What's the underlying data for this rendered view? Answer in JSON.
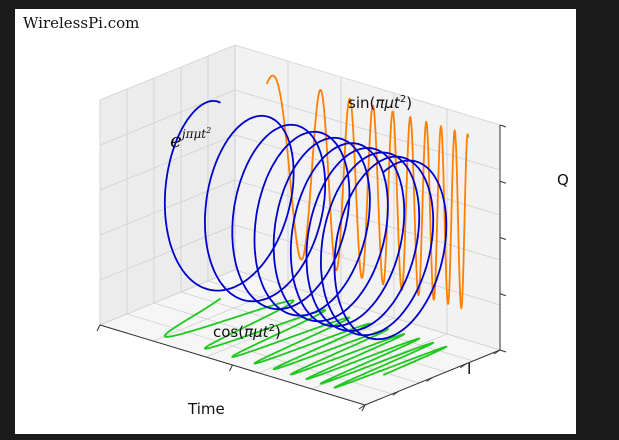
{
  "branding": {
    "watermark": "WirelessPi.com"
  },
  "colors": {
    "frame_background": "#1b1b1b",
    "plot_background": "#ffffff",
    "pane_color": "#f2f2f2",
    "grid_color": "#d0d0d0",
    "axis_color": "#333333"
  },
  "chart_data": {
    "type": "line",
    "projection": "3d",
    "title": "",
    "xlabel": "Time",
    "ylabel": "I",
    "zlabel": "Q",
    "grid": true,
    "legend": "none",
    "x_tick_labels": [],
    "y_tick_labels": [],
    "z_tick_labels": [],
    "series": [
      {
        "name": "exp_chirp",
        "label_base": "e",
        "label_power": "jπμt",
        "label_power_exponent": "2",
        "color": "#0000cc",
        "description": "complex chirp helix e^{jπμt^2}"
      },
      {
        "name": "sin_chirp",
        "label_prefix": "sin(",
        "label_symbols": "πμt",
        "label_power": "2",
        "label_suffix": ")",
        "color": "#ff8000",
        "description": "quadrature component projected on back (time-Q) wall"
      },
      {
        "name": "cos_chirp",
        "label_prefix": "cos(",
        "label_symbols": "πμt",
        "label_power": "2",
        "label_suffix": ")",
        "color": "#1ec81e",
        "description": "in-phase component projected on floor (time-I) plane"
      }
    ],
    "chirp_rate_visual": {
      "cycles_over_window": 12,
      "t_range": [
        0,
        1
      ]
    }
  }
}
